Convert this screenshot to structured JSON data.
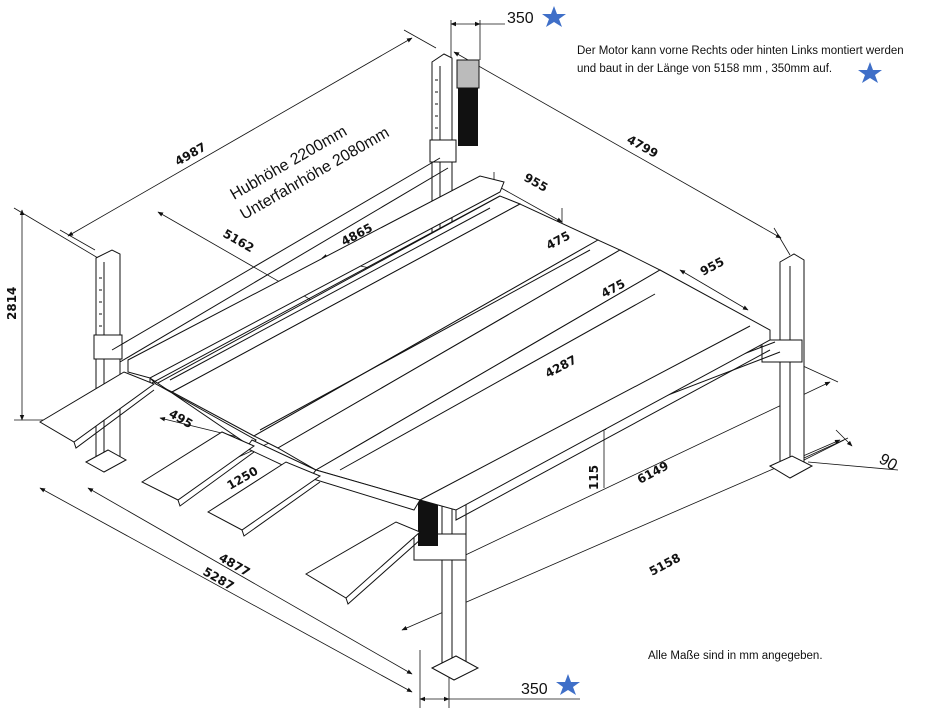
{
  "notes": {
    "motor_line1": "Der Motor kann vorne Rechts oder hinten Links montiert werden",
    "motor_line2": "und baut in der Länge von 5158 mm , 350mm auf.",
    "units": "Alle Maße sind in mm angegeben.",
    "hub_height": "Hubhöhe 2200mm",
    "clearance": "Unterfahrhöhe 2080mm"
  },
  "dimensions": {
    "top_motor_offset": "350",
    "bottom_motor_offset": "350",
    "right_post_offset": "90",
    "back_length": "4987",
    "right_length": "4799",
    "height": "2814",
    "runway_gap_rear": "955",
    "runway_gap_front": "955",
    "runway_width_a": "475",
    "runway_width_b": "475",
    "inner_length": "4865",
    "diagonal": "5162",
    "inner_span": "4287",
    "ramp_width": "495",
    "ramp_length": "1250",
    "rail_height": "115",
    "overall_length": "6149",
    "width_a": "4877",
    "width_b": "5287",
    "post_span": "5158"
  },
  "icons": {
    "star_color": "#3f6fc8"
  }
}
